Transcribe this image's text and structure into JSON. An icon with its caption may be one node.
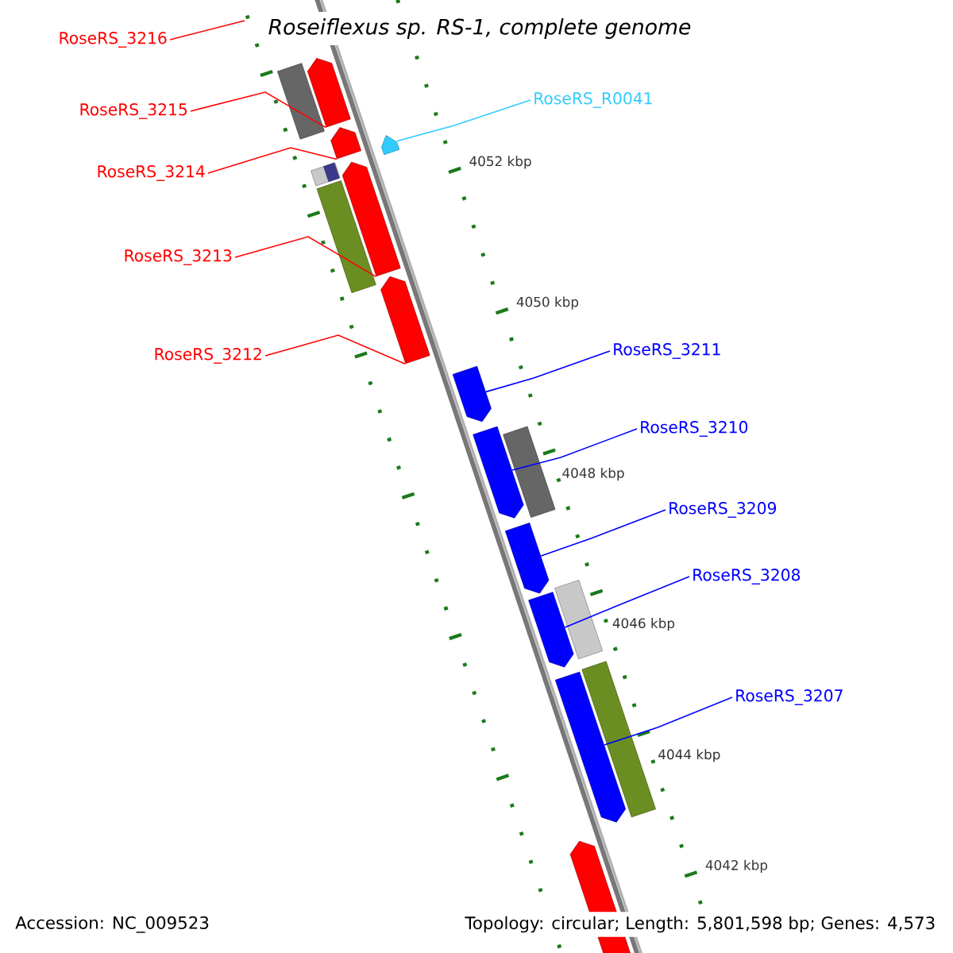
{
  "diagram": {
    "title": "Roseiflexus sp. RS-1, complete genome",
    "nodes": [
      {
        "text": [
          "RoseRS_3216"
        ]
      },
      {
        "text": [
          "RoseRS_3215"
        ]
      },
      {
        "text": [
          "RoseRS_3214"
        ]
      },
      {
        "text": [
          "RoseRS_3213"
        ]
      },
      {
        "text": [
          "RoseRS_3212"
        ]
      },
      {
        "text": [
          "RoseRS_R0041"
        ]
      },
      {
        "text": [
          "RoseRS_3211"
        ]
      },
      {
        "text": [
          "RoseRS_3210"
        ]
      },
      {
        "text": [
          "RoseRS_3209"
        ]
      },
      {
        "text": [
          "RoseRS_3208"
        ]
      },
      {
        "text": [
          "RoseRS_3207"
        ]
      },
      {
        "text": [],
        "shape": "bar"
      },
      {
        "text": [],
        "shape": "bar"
      },
      {
        "text": [],
        "shape": "bar"
      },
      {
        "text": [],
        "shape": "bar"
      },
      {
        "text": [],
        "shape": "bar"
      },
      {
        "text": [],
        "shape": "bar"
      },
      {
        "text": [],
        "shape": "bar"
      },
      {
        "text": [],
        "shape": "bar"
      },
      {
        "text": [],
        "shape": "bar"
      },
      {
        "text": [],
        "shape": "bar"
      }
    ],
    "edges": [
      {
        "from": 0,
        "to": null,
        "arrow": "none",
        "color": "#ff0000"
      },
      {
        "from": 1,
        "to": 11,
        "arrow": "none",
        "color": "#ff0000"
      },
      {
        "from": 2,
        "to": 12,
        "arrow": "none",
        "color": "#ff0000"
      },
      {
        "from": 3,
        "to": 13,
        "arrow": "none",
        "color": "#ff0000"
      },
      {
        "from": 4,
        "to": 14,
        "arrow": "none",
        "color": "#ff0000"
      },
      {
        "from": 5,
        "to": 15,
        "arrow": "none",
        "color": "#33ccff"
      },
      {
        "from": 6,
        "to": 16,
        "arrow": "none",
        "color": "#0000ff"
      },
      {
        "from": 7,
        "to": 17,
        "arrow": "none",
        "color": "#0000ff"
      },
      {
        "from": 8,
        "to": 18,
        "arrow": "none",
        "color": "#0000ff"
      },
      {
        "from": 9,
        "to": 19,
        "arrow": "none",
        "color": "#0000ff"
      },
      {
        "from": 10,
        "to": 20,
        "arrow": "none",
        "color": "#0000ff"
      }
    ],
    "labels": [
      "4052 kbp",
      "4050 kbp",
      "4048 kbp",
      "4046 kbp",
      "4044 kbp",
      "4042 kbp",
      "Accession: NC_009523",
      "Topology: circular; Length: 5,801,598 bp; Genes: 4,573"
    ]
  }
}
